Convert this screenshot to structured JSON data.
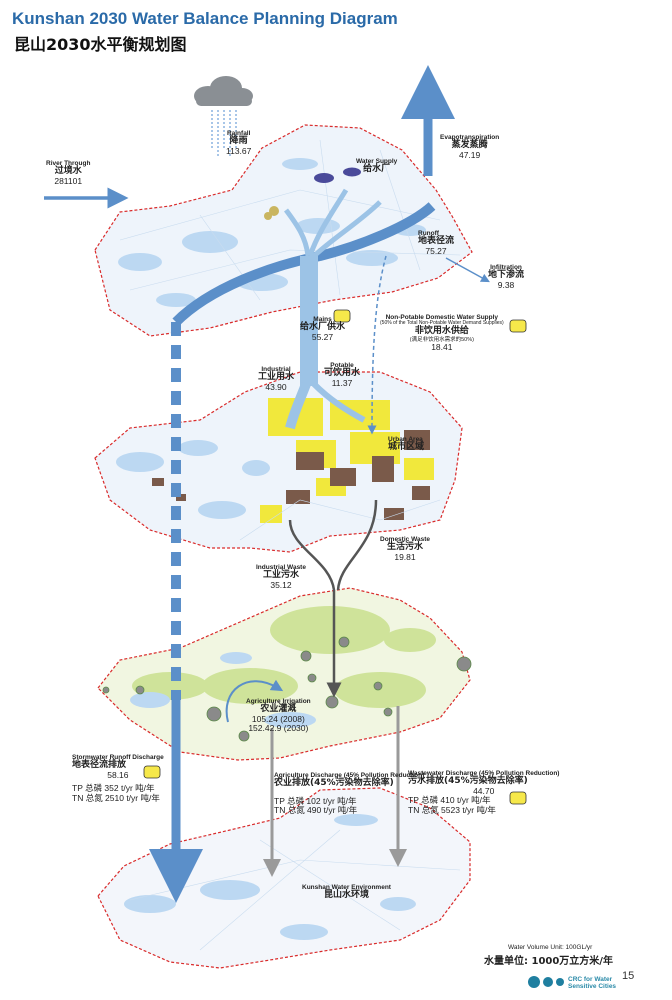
{
  "title": {
    "en": "Kunshan 2030 Water Balance Planning Diagram",
    "zh": "昆山2030水平衡规划图"
  },
  "flows": {
    "rainfall": {
      "en": "Rainfall",
      "zh": "降雨",
      "value": "113.67"
    },
    "river_through": {
      "en": "River Through",
      "zh": "过境水",
      "value": "281101"
    },
    "evapotranspiration": {
      "en": "Evapotranspiration",
      "zh": "蒸发蒸腾",
      "value": "47.19"
    },
    "water_supply": {
      "en": "Water Supply",
      "zh": "给水厂"
    },
    "runoff": {
      "en": "Runoff",
      "zh": "地表径流",
      "value": "75.27"
    },
    "infiltration": {
      "en": "Infiltration",
      "zh": "地下渗流",
      "value": "9.38"
    },
    "mains": {
      "en": "Mains",
      "zh": "给水厂供水",
      "value": "55.27"
    },
    "non_potable": {
      "en": "Non-Potable Domestic Water Supply",
      "note": "(50% of the Total Non-Potable Water Demand Supplies)",
      "zh": "非饮用水供给",
      "note_zh": "(满足非饮用水需求的50%)",
      "value": "18.41"
    },
    "industrial": {
      "en": "Industrial",
      "zh": "工业用水",
      "value": "43.90"
    },
    "potable": {
      "en": "Potable",
      "zh": "可饮用水",
      "value": "11.37"
    },
    "urban_area": {
      "en": "Urban Area",
      "zh": "城市区域"
    },
    "domestic_waste": {
      "en": "Domestic Waste",
      "zh": "生活污水",
      "value": "19.81"
    },
    "industrial_waste": {
      "en": "Industrial Waste",
      "zh": "工业污水",
      "value": "35.12"
    },
    "agri_irrigation": {
      "en": "Agriculture Irrigation",
      "zh": "农业灌溉",
      "value_2008": "105.24 (2008)",
      "value_2030": "152.42.9 (2030)"
    },
    "stormwater": {
      "en": "Stormwater Runoff Discharge",
      "zh": "地表径流排放",
      "value": "58.16",
      "tp": "TP 总磷  352 t/yr 吨/年",
      "tn": "TN 总氮  2510 t/yr 吨/年"
    },
    "agri_discharge": {
      "en": "Agriculture Discharge (45% Pollution Reduction)",
      "zh": "农业排放(45%污染物去除率)",
      "tp": "TP 总磷   102 t/yr 吨/年",
      "tn": "TN 总氮   490 t/yr 吨/年"
    },
    "wastewater": {
      "en": "Wastewater Discharge (45% Pollution Reduction)",
      "zh": "污水排放(45%污染物去除率)",
      "value": "44.70",
      "tp": "TP 总磷   410 t/yr 吨/年",
      "tn": "TN 总氮   5523 t/yr 吨/年"
    },
    "environment": {
      "en": "Kunshan Water Environment",
      "zh": "昆山水环境"
    }
  },
  "footer": {
    "unit_en": "Water Volume Unit: 100GL/yr",
    "unit_zh": "水量单位: 1000万立方米/年",
    "page": "15",
    "logo": "CRC for Water Sensitive Cities"
  },
  "colors": {
    "arrow_blue": "#5b8fc9",
    "light_blue": "#9cc3e6",
    "title_blue": "#2a6aa8",
    "boundary_red": "#d92b2b",
    "urban_yellow": "#f1e83c",
    "urban_brown": "#7a5a4a",
    "water_blue": "#bcd8f2",
    "agri_green": "#cfe39a",
    "waste_gray": "#555555",
    "discharge_gray": "#9a9a9a"
  }
}
